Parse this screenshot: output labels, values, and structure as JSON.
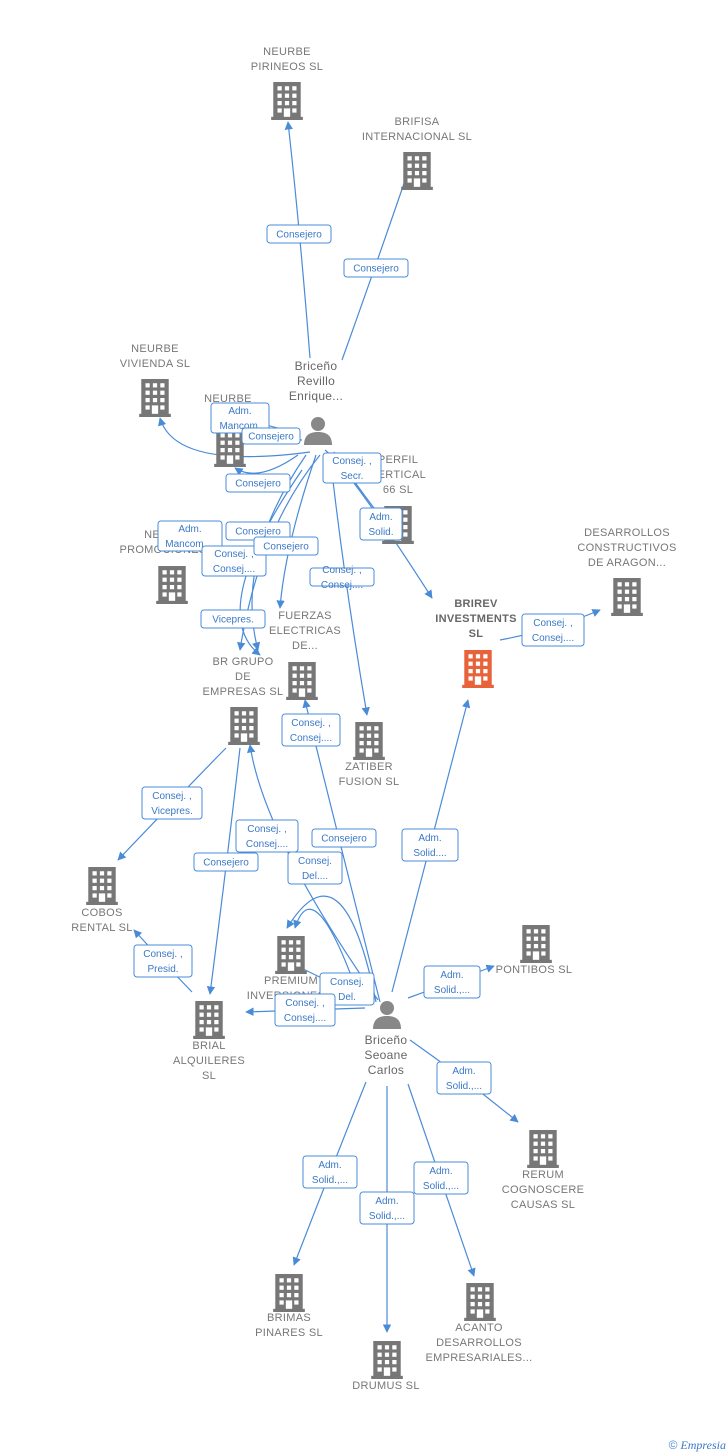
{
  "colors": {
    "edge": "#4a8bd8",
    "company": "#777777",
    "main_company": "#e8623a",
    "person": "#888888",
    "label": "#777777"
  },
  "nodes": [
    {
      "id": "neurbe-pirineos",
      "type": "company",
      "lines": [
        "NEURBE",
        "PIRINEOS SL"
      ]
    },
    {
      "id": "brifisa",
      "type": "company",
      "lines": [
        "BRIFISA",
        "INTERNACIONAL SL"
      ]
    },
    {
      "id": "briceno-revillo",
      "type": "person",
      "lines": [
        "Briceño",
        "Revillo",
        "Enrique..."
      ]
    },
    {
      "id": "neurbe-vivienda",
      "type": "company",
      "lines": [
        "NEURBE",
        "VIVIENDA  SL"
      ]
    },
    {
      "id": "neurbe-c",
      "type": "company",
      "lines": [
        "NEURBE",
        "C..."
      ]
    },
    {
      "id": "perfil-vertical",
      "type": "company",
      "lines": [
        "PERFIL",
        "VERTICAL",
        "66  SL"
      ]
    },
    {
      "id": "desarrollos-aragon",
      "type": "company",
      "lines": [
        "DESARROLLOS",
        "CONSTRUCTIVOS",
        "DE ARAGON..."
      ]
    },
    {
      "id": "neurbe-promociones",
      "type": "company",
      "lines": [
        "NEURBE",
        "PROMOCIONES..."
      ]
    },
    {
      "id": "brirev",
      "type": "main",
      "lines": [
        "BRIREV",
        "INVESTMENTS",
        "SL"
      ]
    },
    {
      "id": "fuerzas",
      "type": "company",
      "lines": [
        "FUERZAS",
        "ELECTRICAS",
        "DE..."
      ]
    },
    {
      "id": "br-grupo",
      "type": "company",
      "lines": [
        "BR GRUPO",
        "DE",
        "EMPRESAS SL"
      ]
    },
    {
      "id": "zatiber",
      "type": "company",
      "lines": [
        "ZATIBER",
        "FUSION  SL"
      ]
    },
    {
      "id": "cobos",
      "type": "company",
      "lines": [
        "COBOS",
        "RENTAL  SL"
      ]
    },
    {
      "id": "pontibos",
      "type": "company",
      "lines": [
        "PONTIBOS  SL"
      ]
    },
    {
      "id": "premium",
      "type": "company",
      "lines": [
        "PREMIUM",
        "INVERSIONES..."
      ]
    },
    {
      "id": "brial",
      "type": "company",
      "lines": [
        "BRIAL",
        "ALQUILERES",
        "SL"
      ]
    },
    {
      "id": "briceno-seoane",
      "type": "person",
      "lines": [
        "Briceño",
        "Seoane",
        "Carlos"
      ]
    },
    {
      "id": "rerum",
      "type": "company",
      "lines": [
        "RERUM",
        "COGNOSCERE",
        "CAUSAS  SL"
      ]
    },
    {
      "id": "brimas",
      "type": "company",
      "lines": [
        "BRIMAS",
        "PINARES  SL"
      ]
    },
    {
      "id": "acanto",
      "type": "company",
      "lines": [
        "ACANTO",
        "DESARROLLOS",
        "EMPRESARIALES..."
      ]
    },
    {
      "id": "drumus",
      "type": "company",
      "lines": [
        "DRUMUS  SL"
      ]
    }
  ],
  "edges": [
    {
      "from": "briceno-revillo",
      "to": "neurbe-pirineos",
      "lines": [
        "Consejero"
      ]
    },
    {
      "from": "briceno-revillo",
      "to": "brifisa",
      "lines": [
        "Consejero"
      ]
    },
    {
      "from": "briceno-revillo",
      "to": "neurbe-c",
      "lines": [
        "Adm.",
        "Mancom."
      ]
    },
    {
      "from": "briceno-revillo",
      "to": "neurbe-c",
      "lines": [
        "Consejero"
      ]
    },
    {
      "from": "briceno-revillo",
      "to": "brirev",
      "lines": [
        "Consej. ,",
        "Secr."
      ]
    },
    {
      "from": "briceno-revillo",
      "to": "neurbe-promociones",
      "lines": [
        "Consejero"
      ]
    },
    {
      "from": "briceno-revillo",
      "to": "perfil-vertical",
      "lines": [
        "Adm.",
        "Solid."
      ]
    },
    {
      "from": "briceno-revillo",
      "to": "neurbe-vivienda",
      "lines": [
        "Adm.",
        "Mancom...."
      ]
    },
    {
      "from": "briceno-revillo",
      "to": "br-grupo",
      "lines": [
        "Consejero"
      ]
    },
    {
      "from": "briceno-revillo",
      "to": "neurbe-promociones",
      "lines": [
        "Consej. ,",
        "Consej...."
      ]
    },
    {
      "from": "briceno-revillo",
      "to": "fuerzas",
      "lines": [
        "Consejero"
      ]
    },
    {
      "from": "briceno-revillo",
      "to": "zatiber",
      "lines": [
        "Consej. ,",
        "Consej...."
      ]
    },
    {
      "from": "briceno-revillo",
      "to": "br-grupo",
      "lines": [
        "Vicepres."
      ]
    },
    {
      "from": "brirev",
      "to": "desarrollos-aragon",
      "lines": [
        "Consej. ,",
        "Consej...."
      ]
    },
    {
      "from": "briceno-seoane",
      "to": "fuerzas",
      "lines": [
        "Consej. ,",
        "Consej...."
      ]
    },
    {
      "from": "br-grupo",
      "to": "cobos",
      "lines": [
        "Consej. ,",
        "Vicepres."
      ]
    },
    {
      "from": "briceno-seoane",
      "to": "br-grupo",
      "lines": [
        "Consej. ,",
        "Consej...."
      ]
    },
    {
      "from": "briceno-seoane",
      "to": "premium",
      "lines": [
        "Consejero"
      ]
    },
    {
      "from": "br-grupo",
      "to": "brial",
      "lines": [
        "Consejero"
      ]
    },
    {
      "from": "briceno-seoane",
      "to": "premium",
      "lines": [
        "Consej.",
        "Del...."
      ]
    },
    {
      "from": "briceno-seoane",
      "to": "brirev",
      "lines": [
        "Adm.",
        "Solid...."
      ]
    },
    {
      "from": "brial",
      "to": "cobos",
      "lines": [
        "Consej. ,",
        "Presid."
      ]
    },
    {
      "from": "briceno-seoane",
      "to": "pontibos",
      "lines": [
        "Adm.",
        "Solid.,..."
      ]
    },
    {
      "from": "briceno-seoane",
      "to": "premium",
      "lines": [
        "Consej.",
        "Del."
      ]
    },
    {
      "from": "briceno-seoane",
      "to": "brial",
      "lines": [
        "Consej. ,",
        "Consej...."
      ]
    },
    {
      "from": "briceno-seoane",
      "to": "rerum",
      "lines": [
        "Adm.",
        "Solid.,..."
      ]
    },
    {
      "from": "briceno-seoane",
      "to": "brimas",
      "lines": [
        "Adm.",
        "Solid.,..."
      ]
    },
    {
      "from": "briceno-seoane",
      "to": "acanto",
      "lines": [
        "Adm.",
        "Solid.,..."
      ]
    },
    {
      "from": "briceno-seoane",
      "to": "drumus",
      "lines": [
        "Adm.",
        "Solid.,..."
      ]
    }
  ],
  "footer": {
    "copyright": "©",
    "brand": "Empresia"
  }
}
